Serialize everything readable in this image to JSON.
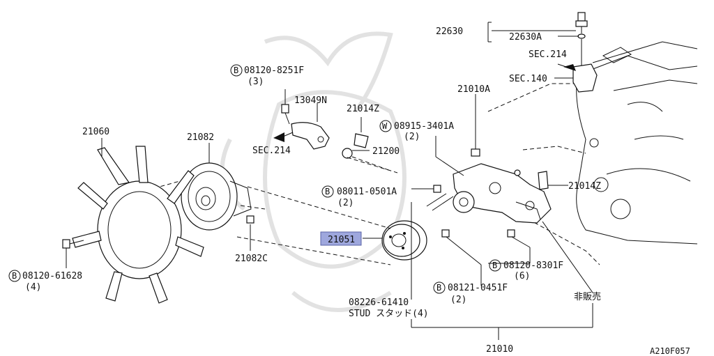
{
  "labels": {
    "p22630": "22630",
    "p22630a": "22630A",
    "sec214_top": "SEC.214",
    "sec140": "SEC.140",
    "p21010a": "21010A",
    "b_08120_8251f": "08120-8251F",
    "b_08120_8251f_qty": "(3)",
    "p13049n": "13049N",
    "p21014z_top": "21014Z",
    "w_08915_3401a": "08915-3401A",
    "w_08915_3401a_qty": "(2)",
    "sec214_left": "SEC.214",
    "p21200": "21200",
    "p21060": "21060",
    "p21082": "21082",
    "b_08011_0501a": "08011-0501A",
    "b_08011_0501a_qty": "(2)",
    "p21014z_right": "21014Z",
    "p21051": "21051",
    "p21082c": "21082C",
    "b_08120_61628": "08120-61628",
    "b_08120_61628_qty": "(4)",
    "b_08120_8301f": "08120-8301F",
    "b_08120_8301f_qty": "(6)",
    "b_08121_0451f": "08121-0451F",
    "b_08121_0451f_qty": "(2)",
    "stud_no": "08226-61410",
    "stud_desc": "STUD スタッド(4)",
    "not_for_sale": "非販売",
    "p21010": "21010",
    "diagram_id": "A210F057",
    "b_symbol": "B",
    "w_symbol": "W"
  },
  "colors": {
    "highlight": "#9ea7dd",
    "line": "#111111",
    "watermark": "#e2e2e2"
  }
}
